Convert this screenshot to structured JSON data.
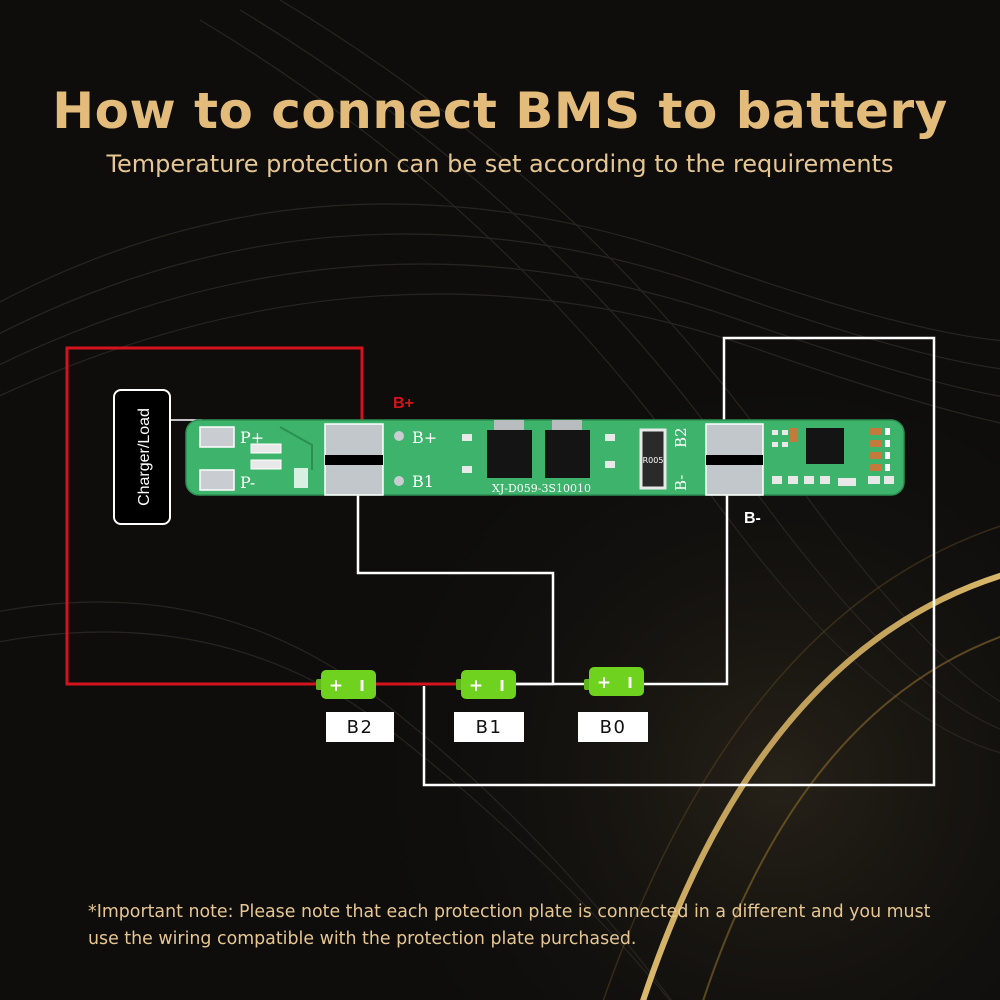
{
  "header": {
    "title": "How to connect BMS to battery",
    "subtitle": "Temperature protection can be set according to the requirements"
  },
  "load_box": {
    "label": "Charger/Load"
  },
  "wire_labels": {
    "b_plus": "B+",
    "b_minus": "B-"
  },
  "pcb": {
    "pad_labels": {
      "p_plus": "P+",
      "p_minus": "P-",
      "b_plus": "B+",
      "b1": "B1",
      "b2": "B2",
      "b_minus": "B-"
    },
    "model": "XJ-D059-3S10010",
    "resistor_marking": "R005",
    "color": "#3db36c"
  },
  "cells": [
    {
      "label": "B2",
      "plus": "+",
      "minus": "I"
    },
    {
      "label": "B1",
      "plus": "+",
      "minus": "I"
    },
    {
      "label": "B0",
      "plus": "+",
      "minus": "I"
    }
  ],
  "colors": {
    "title": "#e3bb7a",
    "positive_wire": "#d4141c",
    "negative_wire": "#ffffff",
    "cell": "#6fd21e"
  },
  "note": "*Important note: Please note that each protection plate is connected in a different and you must use the wiring compatible with the protection plate purchased."
}
